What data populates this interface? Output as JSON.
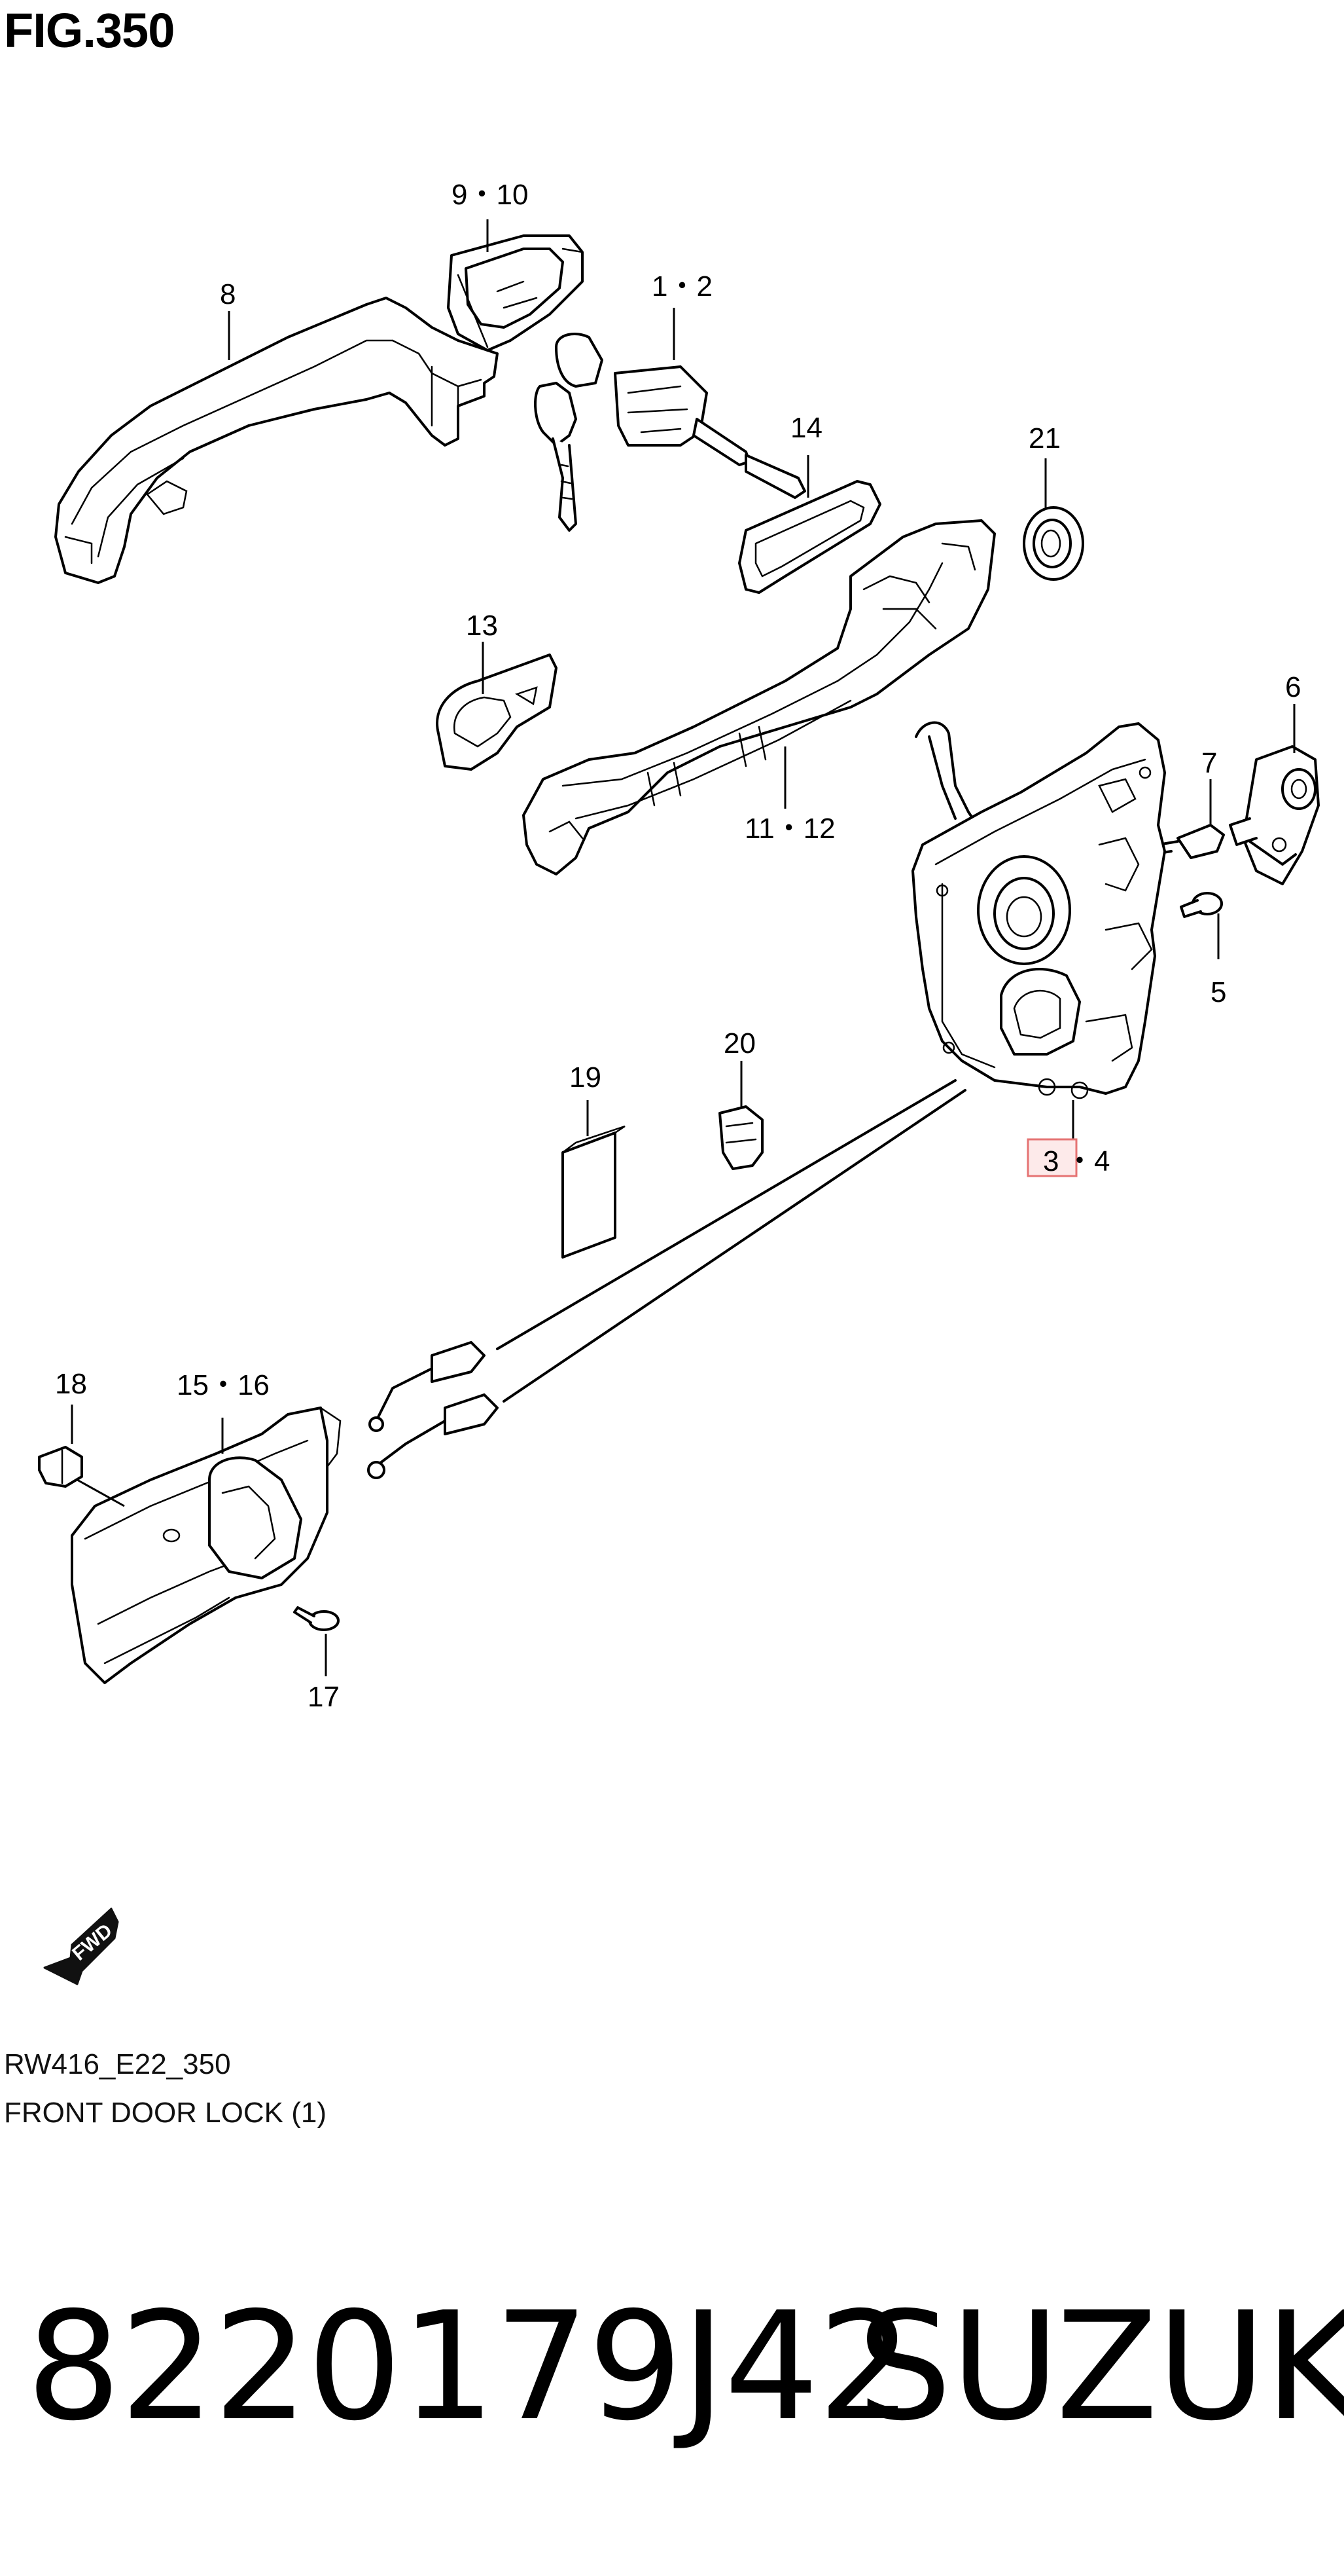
{
  "figure": {
    "title": "FIG.350",
    "code": "RW416_E22_350",
    "description": "FRONT DOOR LOCK (1)"
  },
  "callouts": [
    {
      "id": "c-9-10",
      "label": "9・10"
    },
    {
      "id": "c-8",
      "label": "8"
    },
    {
      "id": "c-1-2",
      "label": "1・2"
    },
    {
      "id": "c-14",
      "label": "14"
    },
    {
      "id": "c-21",
      "label": "21"
    },
    {
      "id": "c-13",
      "label": "13"
    },
    {
      "id": "c-6",
      "label": "6"
    },
    {
      "id": "c-7",
      "label": "7"
    },
    {
      "id": "c-11-12",
      "label": "11・12"
    },
    {
      "id": "c-5",
      "label": "5"
    },
    {
      "id": "c-19",
      "label": "19"
    },
    {
      "id": "c-20",
      "label": "20"
    },
    {
      "id": "c-3",
      "label": "3"
    },
    {
      "id": "c-4",
      "label": "・4"
    },
    {
      "id": "c-18",
      "label": "18"
    },
    {
      "id": "c-15-16",
      "label": "15・16"
    },
    {
      "id": "c-17",
      "label": "17"
    }
  ],
  "highlight": {
    "label": "3",
    "color": "#e57373"
  },
  "fwd_arrow": {
    "label": "FWD"
  },
  "product": {
    "part_number": "8220179J42",
    "brand": "SUZUKI"
  }
}
